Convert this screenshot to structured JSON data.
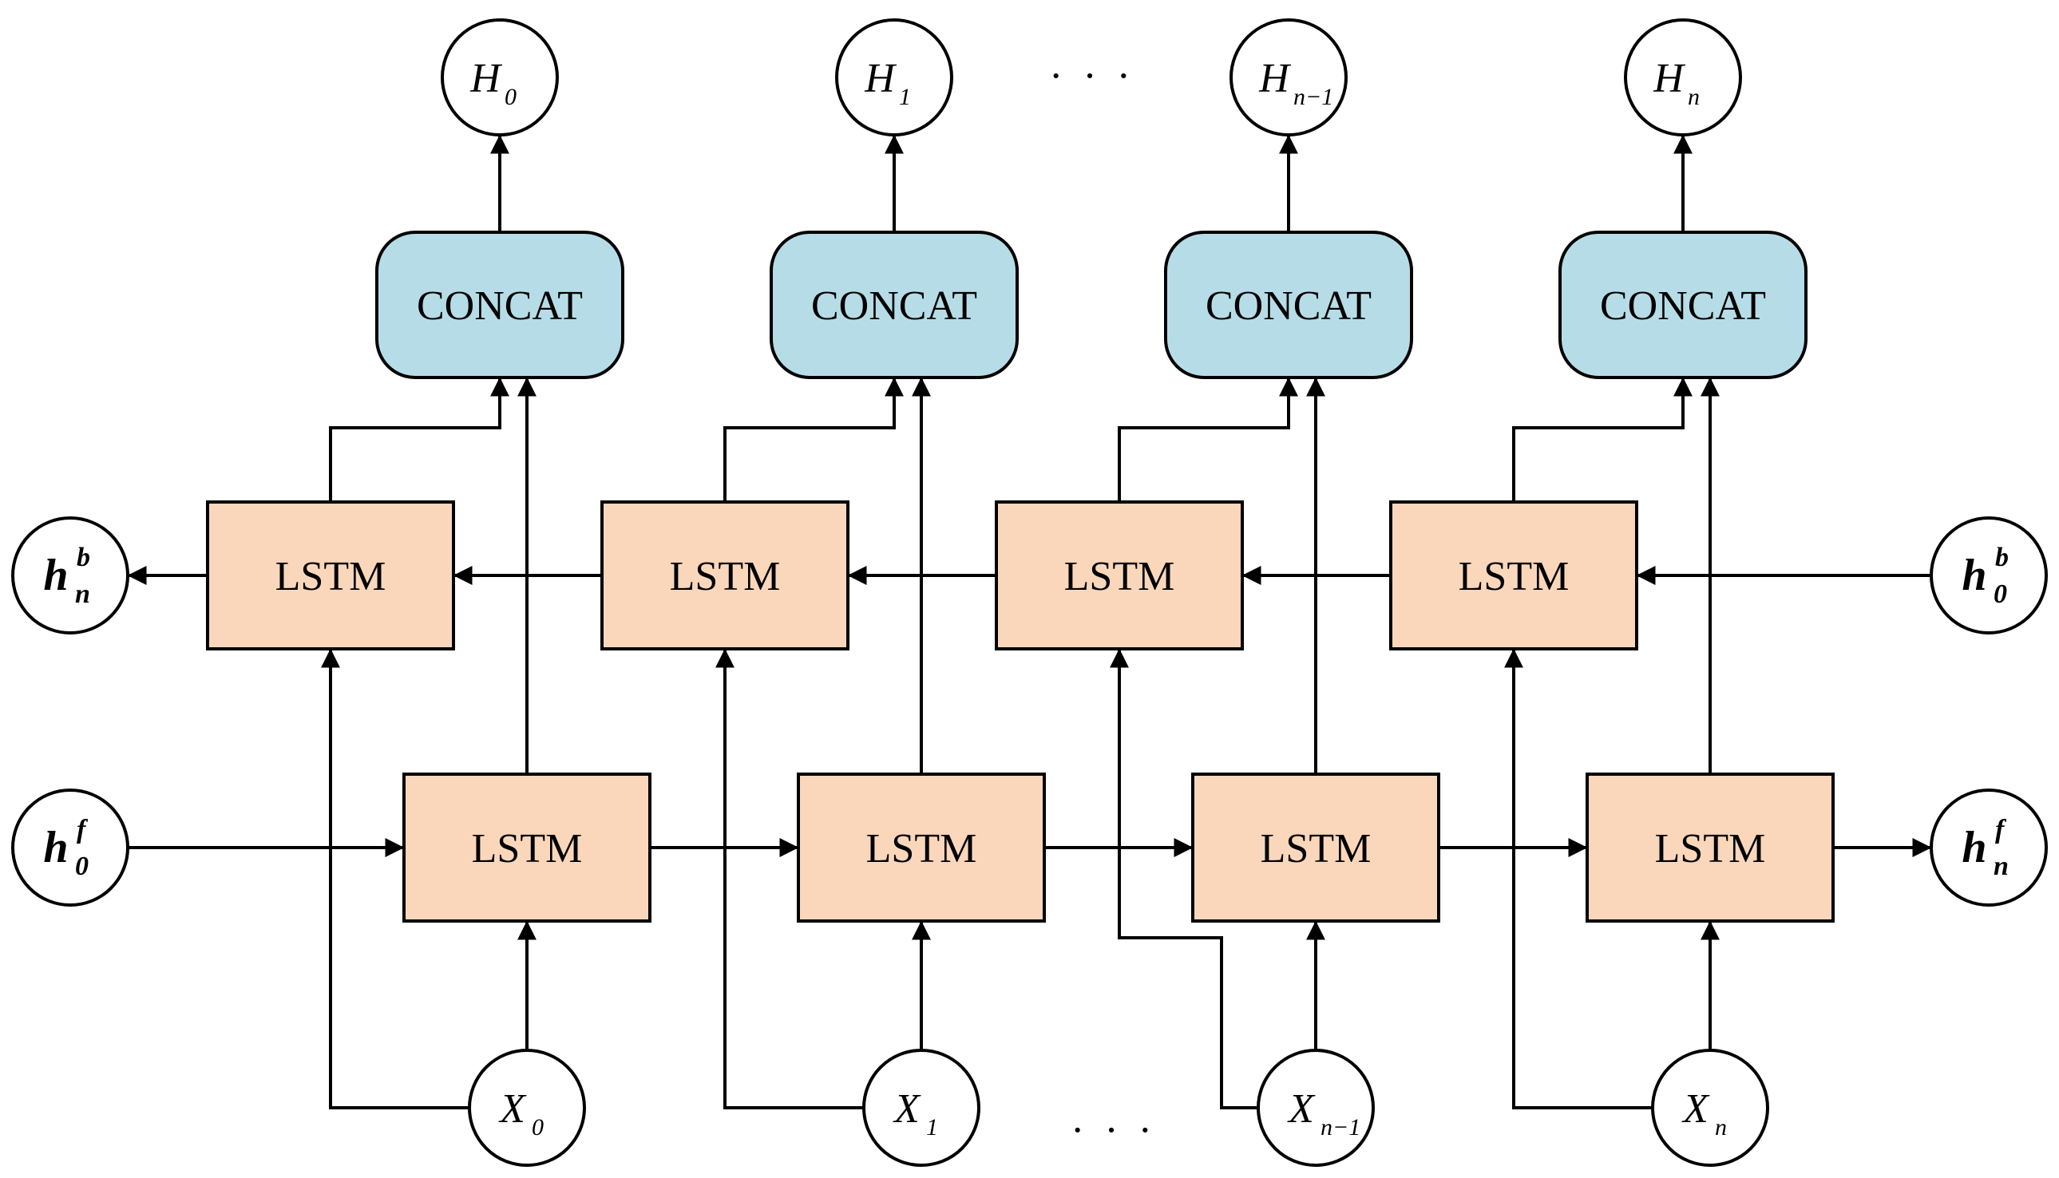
{
  "colors": {
    "concat_fill": "#b6dde7",
    "lstm_fill": "#fad7bb",
    "stroke": "#000000",
    "node_fill": "#ffffff"
  },
  "concat_blocks": [
    {
      "label": "CONCAT"
    },
    {
      "label": "CONCAT"
    },
    {
      "label": "CONCAT"
    },
    {
      "label": "CONCAT"
    }
  ],
  "backward_lstm": [
    {
      "label": "LSTM"
    },
    {
      "label": "LSTM"
    },
    {
      "label": "LSTM"
    },
    {
      "label": "LSTM"
    }
  ],
  "forward_lstm": [
    {
      "label": "LSTM"
    },
    {
      "label": "LSTM"
    },
    {
      "label": "LSTM"
    },
    {
      "label": "LSTM"
    }
  ],
  "outputs": [
    {
      "main": "H",
      "sub": "0"
    },
    {
      "main": "H",
      "sub": "1"
    },
    {
      "main": "H",
      "sub": "n−1"
    },
    {
      "main": "H",
      "sub": "n"
    }
  ],
  "inputs": [
    {
      "main": "X",
      "sub": "0"
    },
    {
      "main": "X",
      "sub": "1"
    },
    {
      "main": "X",
      "sub": "n−1"
    },
    {
      "main": "X",
      "sub": "n"
    }
  ],
  "states": {
    "backward_out": {
      "main": "h",
      "sub": "n",
      "sup": "b"
    },
    "backward_in": {
      "main": "h",
      "sub": "0",
      "sup": "b"
    },
    "forward_in": {
      "main": "h",
      "sub": "0",
      "sup": "f"
    },
    "forward_out": {
      "main": "h",
      "sub": "n",
      "sup": "f"
    }
  },
  "ellipsis_top": "· · ·",
  "ellipsis_bottom": "· · ·"
}
